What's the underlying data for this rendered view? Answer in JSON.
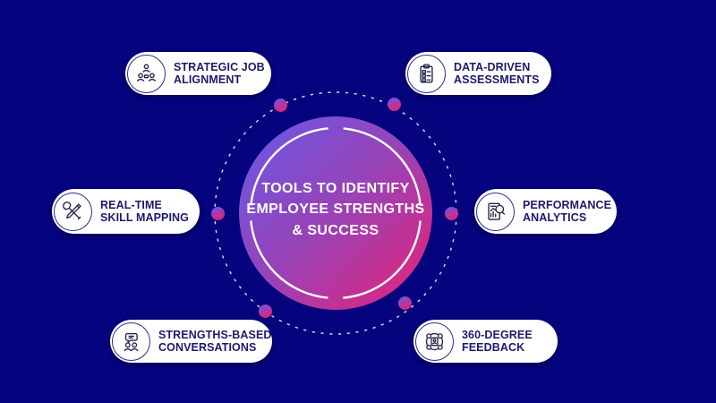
{
  "center_circle": {
    "line1": "TOOLS TO IDENTIFY",
    "line2": "EMPLOYEE STRENGTHS",
    "line3": "& SUCCESS"
  },
  "pills": [
    {
      "line1": "STRATEGIC JOB",
      "line2": "ALIGNMENT",
      "icon": "meeting-table-icon"
    },
    {
      "line1": "DATA-DRIVEN",
      "line2": "ASSESSMENTS",
      "icon": "clipboard-checklist-icon"
    },
    {
      "line1": "REAL-TIME",
      "line2": "SKILL MAPPING",
      "icon": "wrench-pencil-icon"
    },
    {
      "line1": "PERFORMANCE",
      "line2": "ANALYTICS",
      "icon": "report-magnifier-icon"
    },
    {
      "line1": "STRENGTHS-BASED",
      "line2": "CONVERSATIONS",
      "icon": "speech-bubble-people-icon"
    },
    {
      "line1": "360-DEGREE",
      "line2": "FEEDBACK",
      "icon": "360-orbit-icon"
    }
  ],
  "colors": {
    "background": "#05037d",
    "circle_gradient_start": "#655ae8",
    "circle_gradient_mid": "#9c41b4",
    "circle_gradient_end": "#ea2173",
    "dot_gradient_start": "#7a4fd8",
    "dot_gradient_end": "#e12472",
    "pill_background": "#ffffff",
    "pill_text": "#1e1a6e",
    "icon_ring_border": "#2d2d90",
    "ring_and_dashes": "#ffffff"
  }
}
